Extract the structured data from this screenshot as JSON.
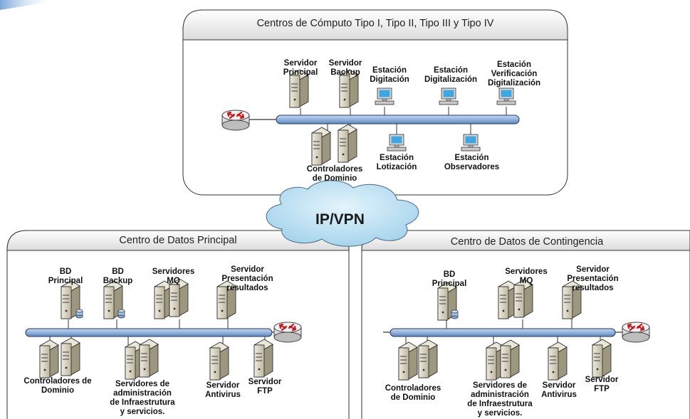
{
  "top_panel": {
    "title": "Centros de Cómputo Tipo I, Tipo II, Tipo III y Tipo IV",
    "labels": {
      "servidor_principal": [
        "Servidor",
        "Principal"
      ],
      "servidor_backup": [
        "Servidor",
        "Backup"
      ],
      "estacion_digitacion": [
        "Estación",
        "Digitación"
      ],
      "estacion_digitalizacion": [
        "Estación",
        "Digitalización"
      ],
      "estacion_verificacion": [
        "Estación",
        "Verificación",
        "Digitalización"
      ],
      "controladores": [
        "Controladores",
        "de Dominio"
      ],
      "estacion_lotizacion": [
        "Estación",
        "Lotización"
      ],
      "estacion_observadores": [
        "Estación",
        "Observadores"
      ]
    }
  },
  "cloud": {
    "label": "IP/VPN"
  },
  "left_panel": {
    "title": "Centro de Datos Principal",
    "labels": {
      "bd_principal": [
        "BD",
        "Principal"
      ],
      "bd_backup": [
        "BD",
        "Backup"
      ],
      "servidores_mq": [
        "Servidores",
        "MQ"
      ],
      "servidor_presentacion": [
        "Servidor",
        "Presentación",
        "resultados"
      ],
      "controladores": [
        "Controladores de",
        "Dominio"
      ],
      "servidores_admin": [
        "Servidores de",
        "administración",
        "de Infraestrutura",
        "y servicios."
      ],
      "servidor_antivirus": [
        "Servidor",
        "Antivirus"
      ],
      "servidor_ftp": [
        "Servidor",
        "FTP"
      ]
    }
  },
  "right_panel": {
    "title": "Centro de Datos de Contingencia",
    "labels": {
      "bd_principal": [
        "BD",
        "Principal"
      ],
      "servidores_mq": [
        "Servidores",
        "MQ"
      ],
      "servidor_presentacion": [
        "Servidor",
        "Presentación",
        "resultados"
      ],
      "controladores": [
        "Controladores",
        "de Dominio"
      ],
      "servidores_admin": [
        "Servidores de",
        "administración",
        "de Infraestrutura",
        "y servicios."
      ],
      "servidor_antivirus": [
        "Servidor",
        "Antivirus"
      ],
      "servidor_ftp": [
        "Servidor",
        "FTP"
      ]
    }
  },
  "colors": {
    "bus_fill": "#93b3dd",
    "bus_stroke": "#24375a",
    "cloud_fill": "#bfe3f6",
    "server_body": "#d9d4c3",
    "monitor_screen": "#3fa7df",
    "router_body": "#e6e6e6",
    "router_arrows": "#c8181e"
  },
  "icons": [
    "router-icon",
    "server-icon",
    "database-icon",
    "workstation-icon",
    "cloud-icon"
  ]
}
